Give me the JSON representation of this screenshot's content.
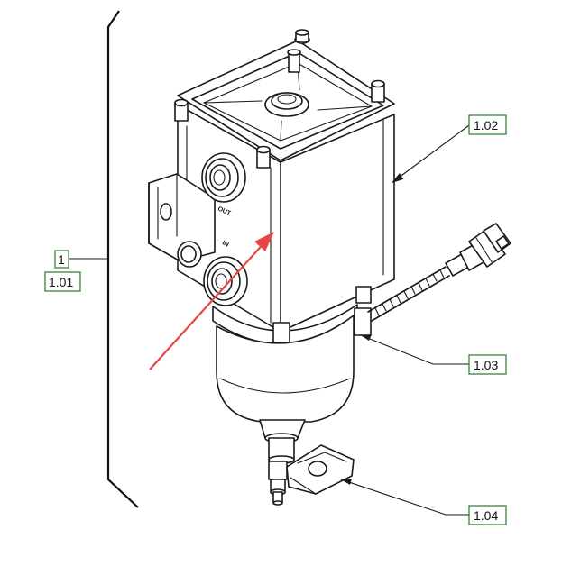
{
  "callouts": {
    "assembly": "1",
    "housing": "1.01",
    "bowl": "1.02",
    "hose": "1.03",
    "drain_valve": "1.04"
  },
  "colors": {
    "arrow": "#e84545",
    "label_border": "#2a7a2a",
    "line": "#1a1a1a"
  }
}
